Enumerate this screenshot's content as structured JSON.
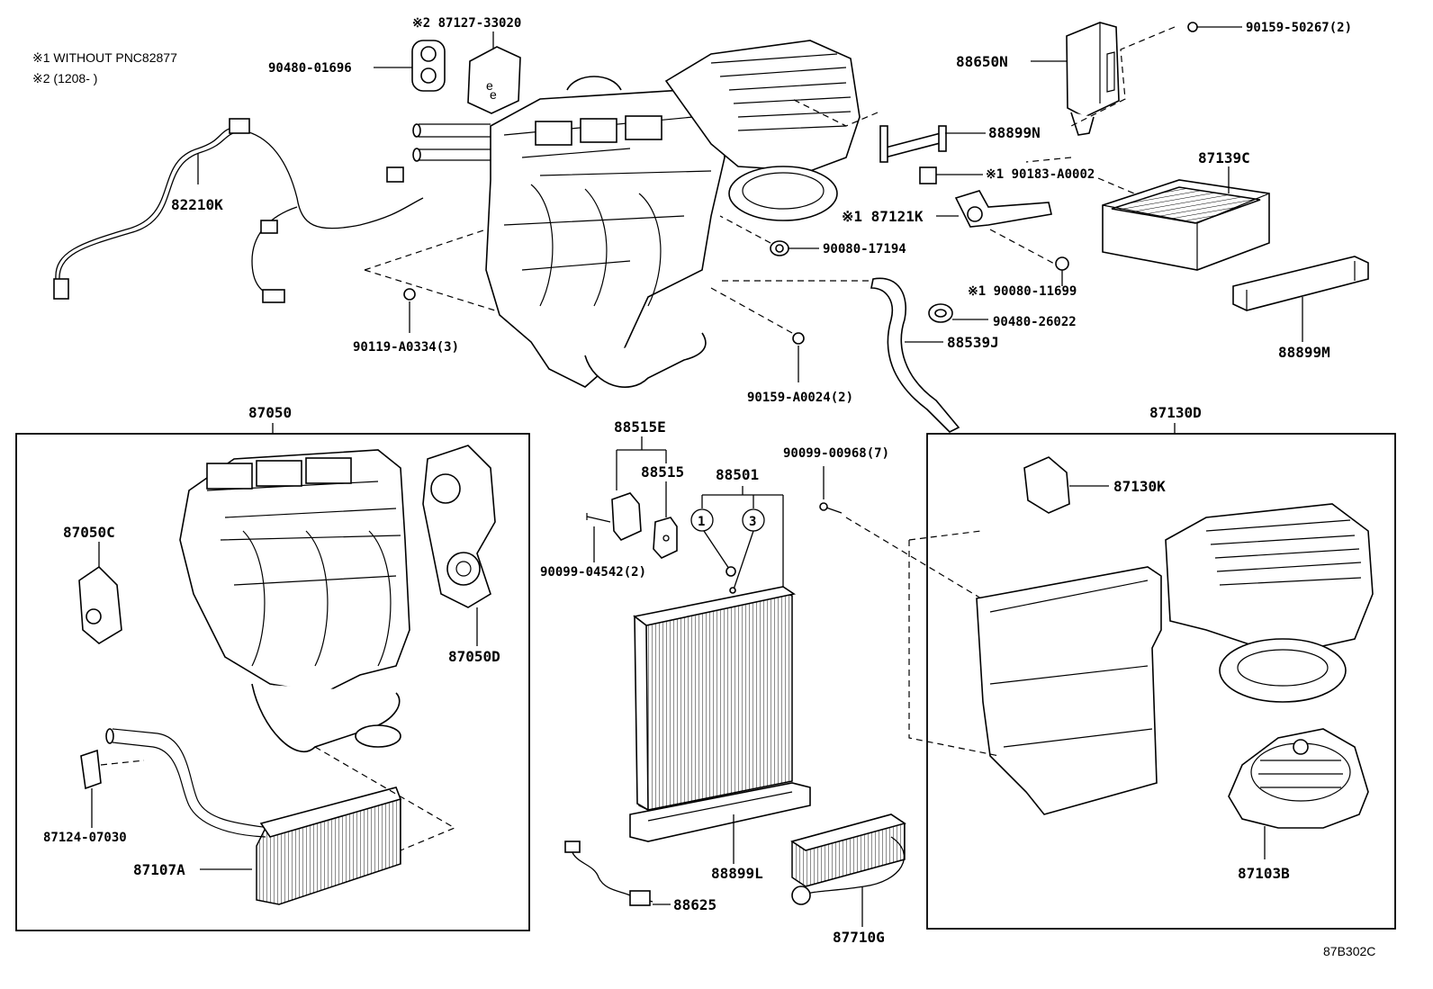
{
  "notes": {
    "note1": "※1 WITHOUT PNC82877",
    "note2": "※2 (1208-        )"
  },
  "illustration_code": "87B302C",
  "callouts": {
    "c87127_33020": "※2 87127-33020",
    "c90480_01696": "90480-01696",
    "c82210K": "82210K",
    "c88650N": "88650N",
    "c90159_50267": "90159-50267(2)",
    "c88899N": "88899N",
    "c90183_A0002": "※1 90183-A0002",
    "c87139C": "87139C",
    "c87121K": "※1 87121K",
    "c90080_17194": "90080-17194",
    "c90080_11699": "※1 90080-11699",
    "c90480_26022": "90480-26022",
    "c88539J": "88539J",
    "c88899M": "88899M",
    "c90119_A0334": "90119-A0334(3)",
    "c90159_A0024": "90159-A0024(2)",
    "c87050": "87050",
    "c87050C": "87050C",
    "c87050D": "87050D",
    "c87124_07030": "87124-07030",
    "c87107A": "87107A",
    "c88515E": "88515E",
    "c88515": "88515",
    "c88501": "88501",
    "c90099_04542": "90099-04542(2)",
    "c88899L": "88899L",
    "c88625": "88625",
    "c87710G": "87710G",
    "c90099_00968": "90099-00968(7)",
    "c87130D": "87130D",
    "c87130K": "87130K",
    "c87103B": "87103B",
    "ref1": "1",
    "ref3": "3"
  }
}
